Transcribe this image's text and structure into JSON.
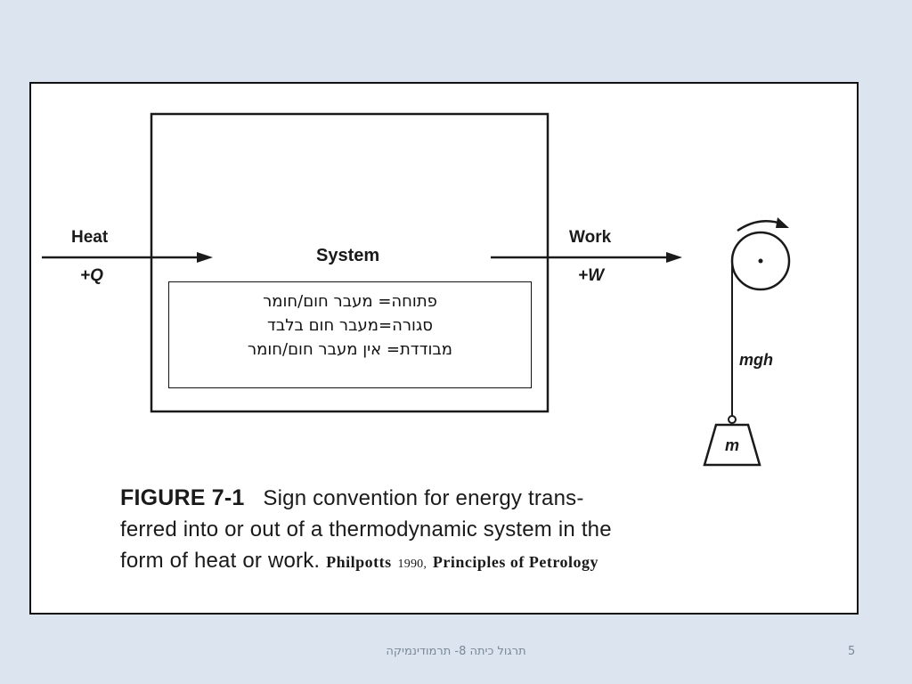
{
  "figure": {
    "heat_label": "Heat",
    "heat_symbol": "+Q",
    "system_label": "System",
    "work_label": "Work",
    "work_symbol": "+W",
    "mgh_label": "mgh",
    "mass_label": "m"
  },
  "hebrew_box": {
    "line1": "פתוחה= מעבר חום/חומר",
    "line2": "סגורה=מעבר חום בלבד",
    "line3": "מבודדת= אין מעבר חום/חומר"
  },
  "caption": {
    "figure_number": "FIGURE 7-1",
    "text_line1": "Sign convention for energy trans-",
    "text_line2": "ferred into or out of a thermodynamic system in the",
    "text_line3": "form of heat or work.",
    "citation_author": "Philpotts",
    "citation_year": "1990,",
    "citation_title": "Principles of Petrology"
  },
  "footer": {
    "title": "תרגול כיתה 8- תרמודינמיקה",
    "page_number": "5"
  }
}
